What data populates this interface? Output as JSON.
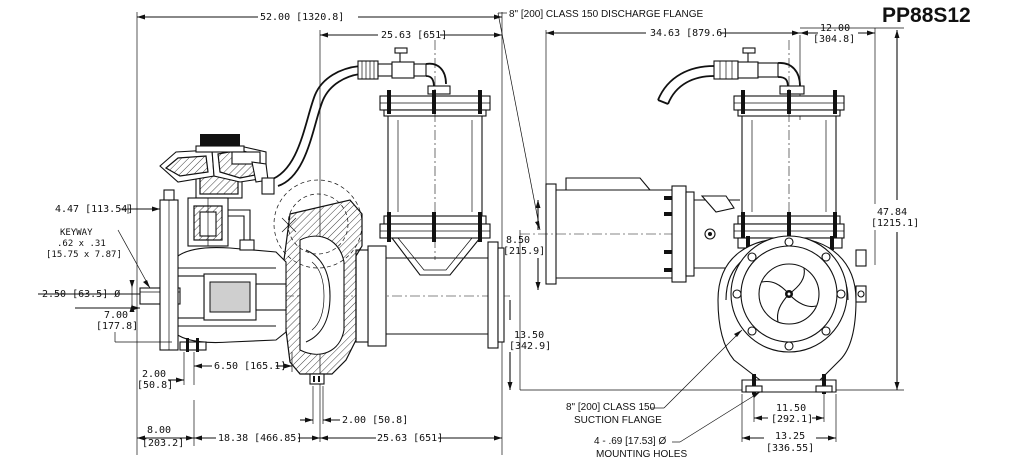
{
  "title": "PP88S12",
  "side_view": {
    "dims": {
      "overall_length": "52.00 [1320.8]",
      "discharge_to_suction": "25.63 [651]",
      "shaft_height": "4.47 [113.54]",
      "keyway_title": "KEYWAY",
      "keyway_size": ".62 x .31",
      "keyway_metric": "[15.75 x 7.87]",
      "shaft_dia": "2.50 [63.5] Ø",
      "shaft_ext": "7.00",
      "shaft_ext_metric": "[177.8]",
      "foot_a": "2.00",
      "foot_a_metric": "[50.8]",
      "foot_b": "6.50 [165.1]",
      "drain": "2.00 [50.8]",
      "bottom_a": "8.00",
      "bottom_a_metric": "[203.2]",
      "bottom_b": "18.38 [466.85]",
      "bottom_c": "25.63 [651]"
    }
  },
  "front_view": {
    "discharge_flange_label": "8\" [200] CLASS 150 DISCHARGE FLANGE",
    "dims": {
      "width": "34.63 [879.6]",
      "side_offset": "12.00",
      "side_offset_metric": "[304.8]",
      "overall_height": "47.84",
      "overall_height_metric": "[1215.1]",
      "flange_height": "8.50",
      "flange_height_metric": "[215.9]",
      "center_height": "13.50",
      "center_height_metric": "[342.9]",
      "mount_spacing": "11.50",
      "mount_spacing_metric": "[292.1]",
      "base_width": "13.25",
      "base_width_metric": "[336.55]"
    },
    "suction_label_1": "8\" [200] CLASS 150",
    "suction_label_2": "SUCTION FLANGE",
    "mount_holes_1": "4 - .69 [17.53] Ø",
    "mount_holes_2": "MOUNTING HOLES"
  }
}
